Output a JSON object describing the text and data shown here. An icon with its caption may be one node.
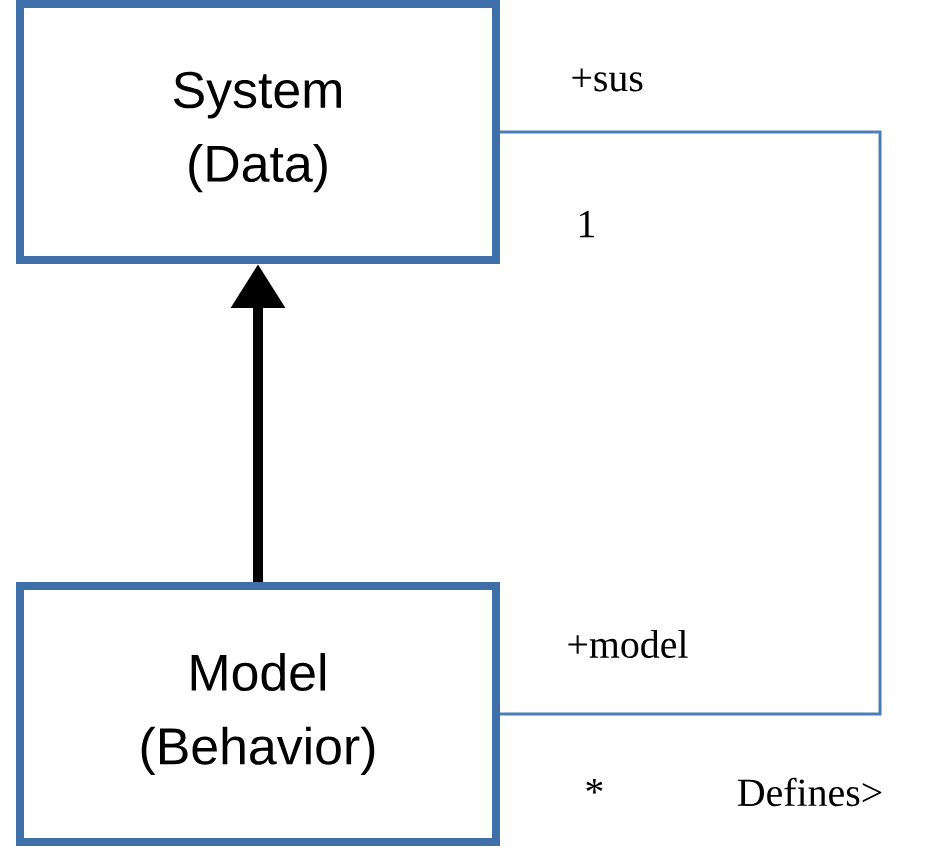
{
  "diagram": {
    "nodes": [
      {
        "text": [
          "System (Data)"
        ]
      },
      {
        "text": [
          "Model (Behavior)"
        ]
      }
    ],
    "edges": [
      {
        "from": 1,
        "to": 0,
        "arrow": "to",
        "style": "thick",
        "color": "#000000"
      },
      {
        "from": 0,
        "to": 1,
        "arrow": "none",
        "color": "#4a7ebb",
        "label": "Defines>"
      }
    ],
    "labels": [
      "+sus",
      "1",
      "+model",
      "*"
    ]
  }
}
